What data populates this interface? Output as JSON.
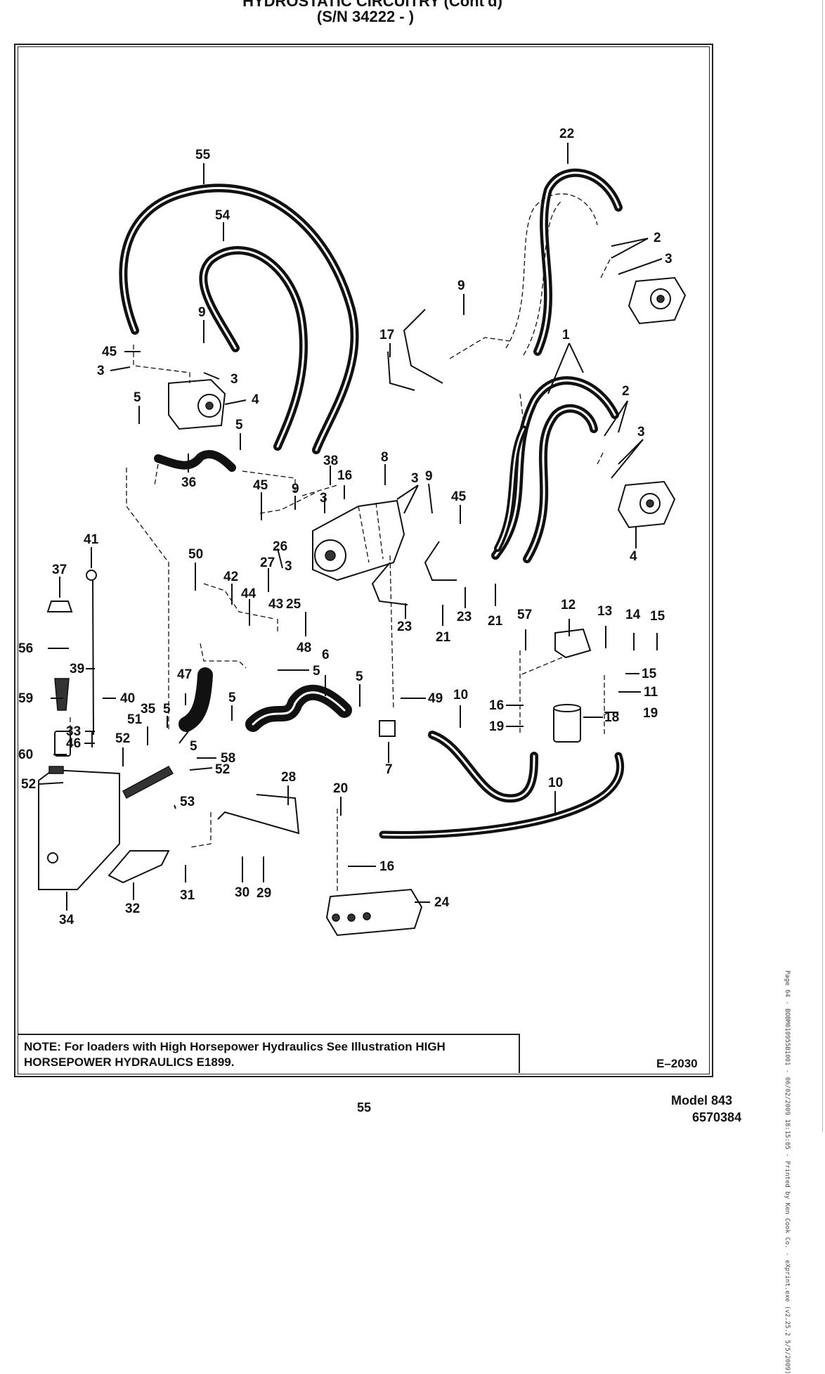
{
  "header": {
    "title": "HYDROSTATIC CIRCUITRY (Cont'd)",
    "subtitle": "(S/N 34222 -       )"
  },
  "note": "NOTE: For loaders with High Horsepower Hydraulics See Illustration HIGH HORSEPOWER HYDRAULICS E1899.",
  "figure_id": "E–2030",
  "footer": {
    "page_number": "55",
    "model": "Model 843",
    "part_number": "6570384"
  },
  "side_stamp": "Page 64 - BOBM010955B1001 - 06/02/2009 18:15:05 - Printed by Ken Cook Co. - eXprint.exe (v2.25.2 5/5/2009)",
  "callouts": {
    "c1": "1",
    "c2": "2",
    "c3": "3",
    "c4": "4",
    "c5": "5",
    "c6": "6",
    "c7": "7",
    "c8": "8",
    "c9": "9",
    "c10": "10",
    "c11": "11",
    "c12": "12",
    "c13": "13",
    "c14": "14",
    "c15": "15",
    "c16": "16",
    "c17": "17",
    "c18": "18",
    "c19": "19",
    "c20": "20",
    "c21": "21",
    "c22": "22",
    "c23": "23",
    "c24": "24",
    "c25": "25",
    "c26": "26",
    "c27": "27",
    "c28": "28",
    "c29": "29",
    "c30": "30",
    "c31": "31",
    "c32": "32",
    "c33": "33",
    "c34": "34",
    "c35": "35",
    "c36": "36",
    "c37": "37",
    "c38": "38",
    "c39": "39",
    "c40": "40",
    "c41": "41",
    "c42": "42",
    "c43": "43",
    "c44": "44",
    "c45": "45",
    "c46": "46",
    "c47": "47",
    "c48": "48",
    "c49": "49",
    "c50": "50",
    "c51": "51",
    "c52": "52",
    "c53": "53",
    "c54": "54",
    "c55": "55",
    "c56": "56",
    "c57": "57",
    "c58": "58",
    "c59": "59",
    "c60": "60"
  }
}
